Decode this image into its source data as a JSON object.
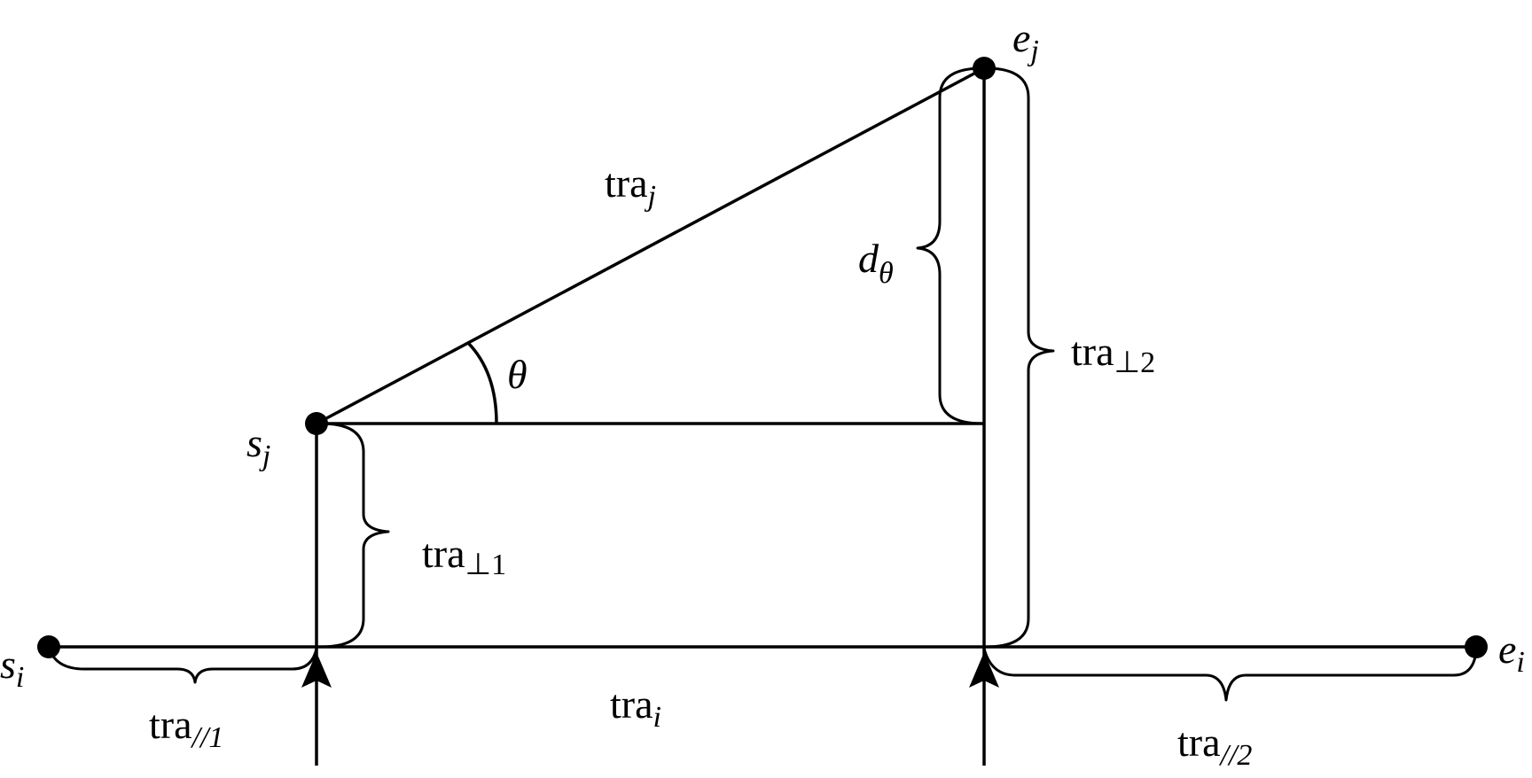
{
  "labels": {
    "s_i": {
      "main": "s",
      "sub": "i"
    },
    "e_i": {
      "main": "e",
      "sub": "i"
    },
    "s_j": {
      "main": "s",
      "sub": "j"
    },
    "e_j": {
      "main": "e",
      "sub": "j"
    },
    "tra_j": {
      "main": "tra",
      "sub": "j"
    },
    "tra_i": {
      "main": "tra",
      "sub": "i"
    },
    "theta": "θ",
    "d_theta": {
      "main": "d",
      "sub": "θ"
    },
    "tra_perp1": {
      "main": "tra",
      "sub": "⊥1"
    },
    "tra_perp2": {
      "main": "tra",
      "sub": "⊥2"
    },
    "tra_par1": {
      "main": "tra",
      "sub": "//1"
    },
    "tra_par2": {
      "main": "tra",
      "sub": "//2"
    }
  }
}
